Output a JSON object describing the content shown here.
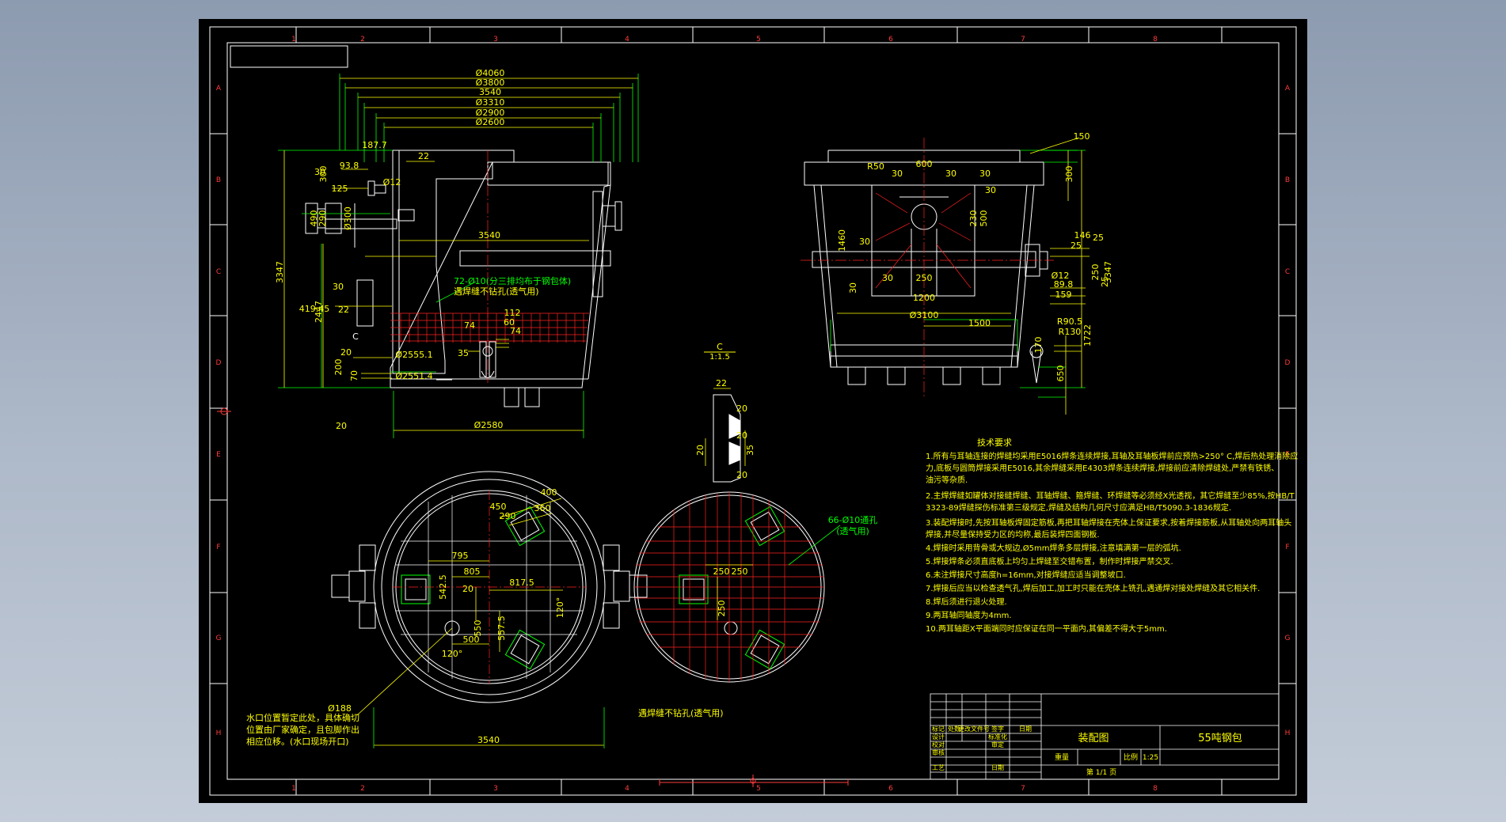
{
  "colors": {
    "background_gradient": [
      "#8d9bb0",
      "#c3ccd8"
    ],
    "sheet": "#000000",
    "frame": "#ffffff",
    "dimension": "#ffff00",
    "extension": "#00ff00",
    "hatch": "#ff0000",
    "note_text": "#ffff00"
  },
  "grid": {
    "columns": [
      "1",
      "2",
      "3",
      "4",
      "5",
      "6",
      "7",
      "8"
    ],
    "rows": [
      "A",
      "B",
      "C",
      "D",
      "E",
      "F",
      "G",
      "H"
    ]
  },
  "front_view": {
    "dims_top": [
      "Ø4060",
      "Ø3800",
      "3540",
      "Ø3310",
      "Ø2900",
      "Ø2600"
    ],
    "d_3540": "3540",
    "d_1877": "187.7",
    "d_22": "22",
    "d_938": "93.8",
    "d_300": "300",
    "d_phi12": "Ø12",
    "d_125": "125",
    "d_290": "290",
    "d_490": "490",
    "d_phi300": "Ø300",
    "d_3347": "3347",
    "d_2447": "2447",
    "d_30": "30",
    "d_41945": "419.45",
    "d_22b": "22",
    "d_20": "20",
    "d_200": "200",
    "d_70": "70",
    "d_20b": "20",
    "d_25551": "Ø2555.1",
    "d_25514": "Ø2551.4",
    "d_35": "35",
    "d_74a": "74",
    "d_112": "112",
    "d_60": "60",
    "d_74b": "74",
    "d_phi2580": "Ø2580",
    "label_c": "C",
    "note_pipes": "72-Ø10(分三排均布于钢包体)",
    "note_vent": "遇焊缝不钻孔(透气用)"
  },
  "side_view": {
    "d_150": "150",
    "d_300": "300",
    "d_r50": "R50",
    "d_600": "600",
    "d_30s": [
      "30",
      "30",
      "30",
      "30"
    ],
    "d_1460": "1460",
    "d_230": "230",
    "d_500": "500",
    "d_250": "250",
    "d_1200": "1200",
    "d_phi3100": "Ø3100",
    "d_1500": "1500",
    "d_146": "146",
    "d_25": "25",
    "d_25b": "25",
    "d_250r": "250",
    "d_phi12": "Ø12",
    "d_898": "89.8",
    "d_159": "159",
    "d_3347": "3347",
    "d_r905": "R90.5",
    "d_r130": "R130",
    "d_170": "170",
    "d_1722": "1722",
    "d_650": "650",
    "d_30b": "30",
    "d_30c": "30",
    "d_30d": "30"
  },
  "detail_c": {
    "title": "C",
    "scale": "1:1.5",
    "d_22": "22",
    "d_20a": "20",
    "d_20b": "20",
    "d_35": "35",
    "d_20c": "20"
  },
  "plan_view": {
    "d_400": "400",
    "d_360": "360",
    "d_450": "450",
    "d_290": "290",
    "d_795": "795",
    "d_805": "805",
    "d_5425": "542.5",
    "d_20": "20",
    "d_8175": "817.5",
    "d_120": "120°",
    "d_550": "550",
    "d_5575": "557.5",
    "d_500": "500",
    "d_120b": "120°",
    "d_phi188": "Ø188",
    "d_3540": "3540",
    "note_taphole": [
      "水口位置暂定此处，具体确切",
      "位置由厂家确定，且包脚作出",
      "相应位移。(水口现场开口)"
    ]
  },
  "bottom_view": {
    "d_vent": "66-Ø10通孔",
    "d_vent2": "(透气用)",
    "d_250a": "250",
    "d_250b": "250",
    "d_250c": "250",
    "note_vent": "遇焊缝不钻孔(透气用)"
  },
  "tech_notes": {
    "title": "技术要求",
    "lines": [
      "1.所有与耳轴连接的焊缝均采用E5016焊条连续焊接,耳轴及耳轴板焊前应预热>250° C,焊后热处理消除应",
      "  力,底板与圆筒焊接采用E5016,其余焊缝采用E4303焊条连续焊接,焊接前应清除焊缝处,严禁有铁锈、",
      "  油污等杂质.",
      "2.主焊焊缝如罐体对接缝焊缝、耳轴焊缝、箍焊缝、环焊缝等必须经X光透视，其它焊缝至少85%,按HB/T",
      "  3323-89焊缝探伤标准第三级规定,焊缝及结构几何尺寸应满足HB/T5090.3-1836规定.",
      "3.装配焊接时,先按耳轴板焊固定筋板,再把耳轴焊接在壳体上保证要求,按着焊接筋板,从耳轴处向两耳轴头",
      "  焊接,并尽量保持受力区的均称,最后装焊四面钢板.",
      "4.焊接时采用背骨或大规边,Ø5mm焊条多层焊接,注意填满第一层的弧坑.",
      "5.焊接焊条必须直底板上均匀上焊缝至交错布置，制作时焊接严禁交叉.",
      "6.未注焊接尺寸高度h=16mm,对接焊缝应适当调整坡口.",
      "7.焊接后应当以检查透气孔,焊后加工,加工时只能在壳体上铣孔,遇通焊对接处焊缝及其它相关件.",
      "8.焊后须进行退火处理.",
      "9.两耳轴同轴度为4mm.",
      "10.两耳轴距X平面端同时应保证在同一平面内,其偏差不得大于5mm."
    ]
  },
  "title_block": {
    "hdr": [
      "标记",
      "处数",
      "更改文件号",
      "签字",
      "日期"
    ],
    "roles": [
      "设计",
      "校对",
      "审核",
      "工艺"
    ],
    "std": "标准化",
    "approve": "审定",
    "date": "日期",
    "drawing_type": "装配图",
    "product": "55吨钢包",
    "weight": "重量",
    "scale_label": "比例",
    "scale": "1:25",
    "sheet": "第 1/1 页"
  }
}
